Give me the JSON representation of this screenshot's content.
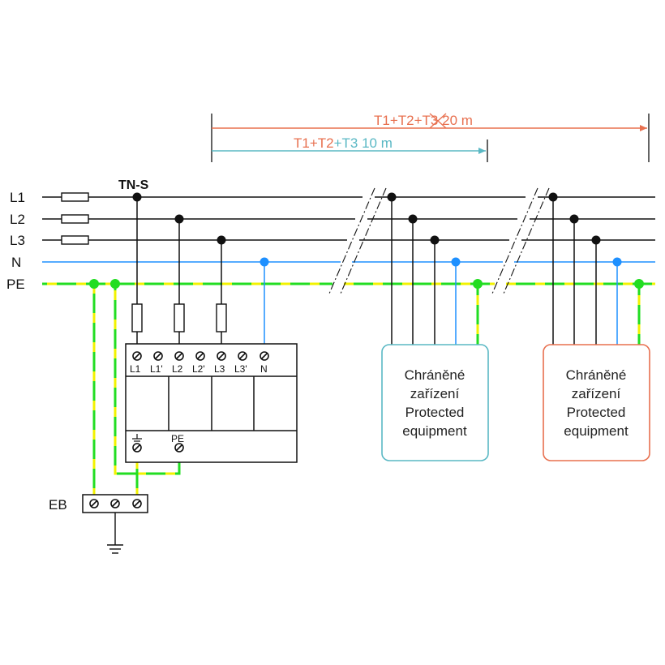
{
  "colors": {
    "black": "#111111",
    "neutral_blue": "#1e90ff",
    "pe_green": "#22dd22",
    "pe_yellow": "#f2f200",
    "orange": "#e8704f",
    "teal": "#5ab8c4"
  },
  "distance": {
    "long_prefix": "T1+T2+",
    "long_struck": "T3",
    "long_suffix": " 20 m",
    "short_prefix": "T1+T2",
    "short_suffix": "+T3 10 m"
  },
  "system_label": "TN-S",
  "lines": [
    "L1",
    "L2",
    "L3",
    "N",
    "PE"
  ],
  "spd": {
    "top_terminals": [
      "L1",
      "L1'",
      "L2",
      "L2'",
      "L3",
      "L3'",
      "N"
    ],
    "earth_symbol": "earth-symbol",
    "pe_terminal": "PE"
  },
  "eb_label": "EB",
  "equipment": [
    {
      "lines": [
        "Chráněné",
        "zařízení",
        "Protected",
        "equipment"
      ],
      "color": "#5ab8c4"
    },
    {
      "lines": [
        "Chráněné",
        "zařízení",
        "Protected",
        "equipment"
      ],
      "color": "#e8704f"
    }
  ]
}
